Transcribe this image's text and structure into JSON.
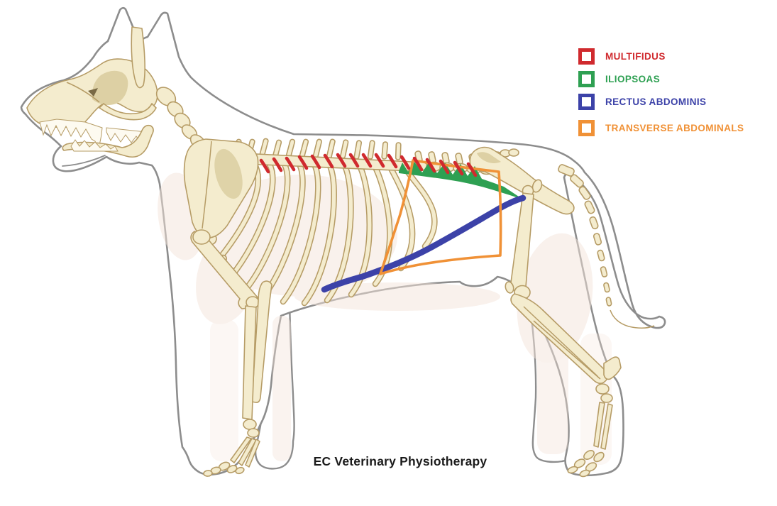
{
  "legend": {
    "items": [
      {
        "id": "multifidus",
        "label": "MULTIFIDUS",
        "color": "#d02a2e"
      },
      {
        "id": "iliopsoas",
        "label": "ILIOPSOAS",
        "color": "#2ea052"
      },
      {
        "id": "rectus-abdominis",
        "label": "RECTUS ABDOMINIS",
        "color": "#3c42a8"
      },
      {
        "id": "transverse-abdominals",
        "label": "TRANSVERSE ABDOMINALS",
        "color": "#f09136"
      }
    ]
  },
  "caption": {
    "text": "EC Veterinary Physiotherapy"
  }
}
